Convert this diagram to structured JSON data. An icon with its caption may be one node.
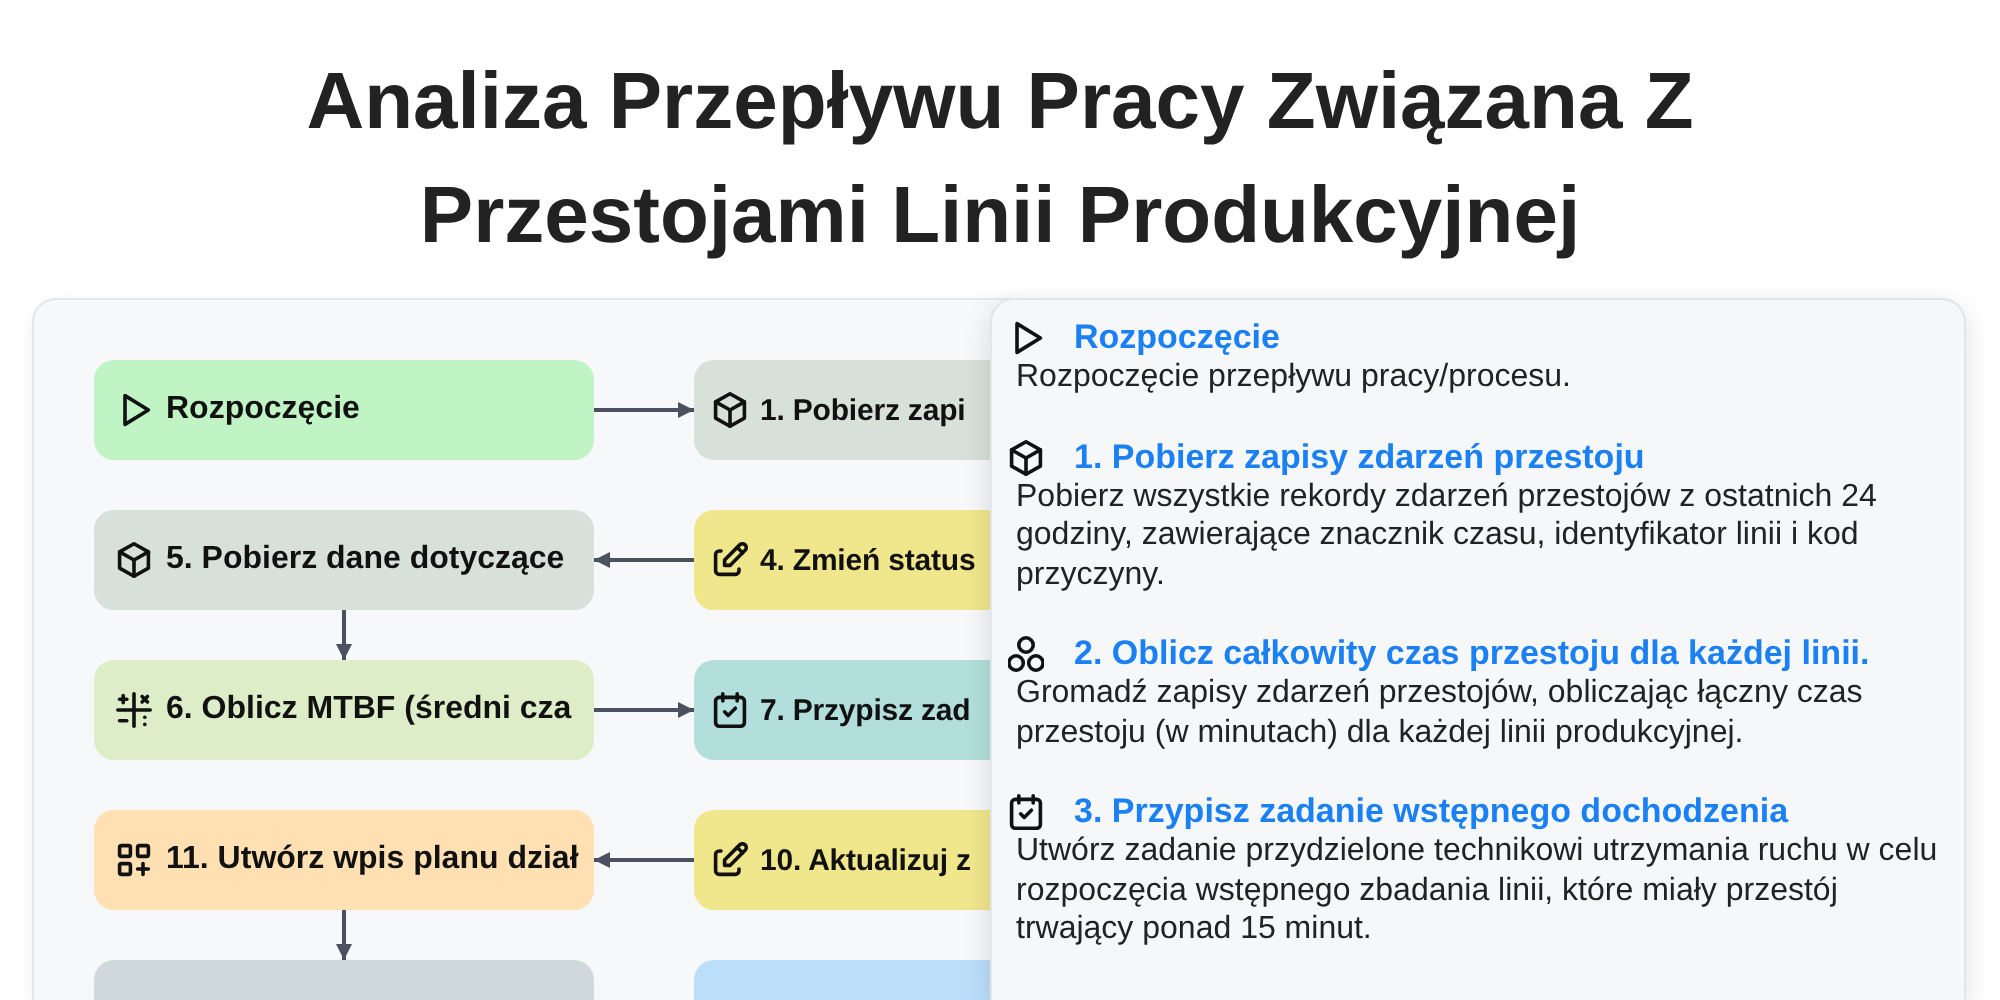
{
  "diagram": {
    "title": "Analiza Przepływu Pracy Związana Z Przestojami Linii Produkcyjnej",
    "nodes": [
      {
        "text": [
          "Rozpoczęcie"
        ]
      },
      {
        "text": [
          "1. Pobierz zapi"
        ]
      },
      {
        "text": [
          "5. Pobierz dane dotyczące"
        ]
      },
      {
        "text": [
          "4. Zmień status"
        ]
      },
      {
        "text": [
          "6. Oblicz MTBF (średni cza"
        ]
      },
      {
        "text": [
          "7. Przypisz zad"
        ]
      },
      {
        "text": [
          "11. Utwórz wpis planu dział"
        ]
      },
      {
        "text": [
          "10. Aktualizuj z"
        ]
      },
      {
        "text": [],
        "shape": "box"
      },
      {
        "text": [],
        "shape": "box"
      },
      {
        "text": [
          "Rozpoczęcie",
          "Rozpoczęcie przepływu pracy/procesu.",
          "1. Pobierz zapisy zdarzeń przestoju",
          "Pobierz wszystkie rekordy zdarzeń przestojów z ostatnich 24 godziny, zawierające znacznik czasu, identyfikator linii i kod przyczyny.",
          "2. Oblicz całkowity czas przestoju dla każdej linii.",
          "Gromadź zapisy zdarzeń przestojów, obliczając łączny czas przestoju (w minutach) dla każdej linii produkcyjnej.",
          "3. Przypisz zadanie wstępnego dochodzenia",
          "Utwórz zadanie przydzielone technikowi utrzymania ruchu w celu rozpoczęcia wstępnego zbadania linii, które miały przestój trwający ponad 15 minut."
        ]
      }
    ],
    "edges": [
      {
        "from": 0,
        "to": 1,
        "arrow": "to"
      },
      {
        "from": 3,
        "to": 2,
        "arrow": "to"
      },
      {
        "from": 2,
        "to": 4,
        "arrow": "to"
      },
      {
        "from": 4,
        "to": 5,
        "arrow": "to"
      },
      {
        "from": 7,
        "to": 6,
        "arrow": "to"
      },
      {
        "from": 6,
        "to": 8,
        "arrow": "to"
      }
    ]
  }
}
